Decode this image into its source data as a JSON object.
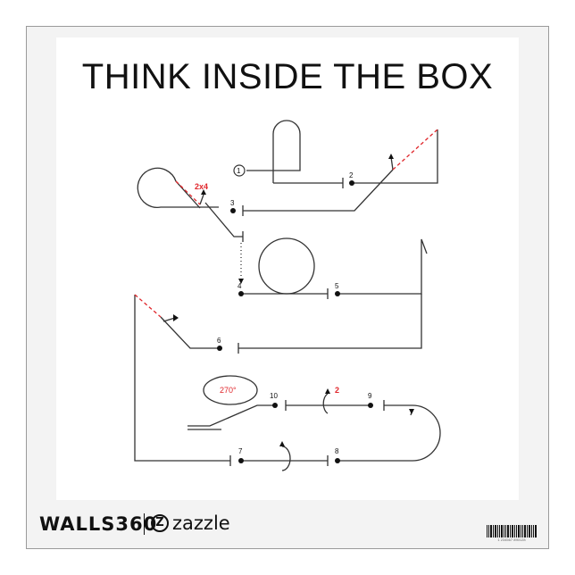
{
  "title": "THINK INSIDE THE BOX",
  "diagram": {
    "markers": [
      "1",
      "2",
      "3",
      "4",
      "5",
      "6",
      "7",
      "8",
      "9",
      "10"
    ],
    "annotation_repeat": "2x4",
    "annotation_angle": "270°",
    "annotation_two": "2",
    "annotation_color": "#e0262b",
    "line_color": "#333333",
    "dashed_color": "#e0262b"
  },
  "footer": {
    "walls_brand": "WALLS360",
    "zazzle_icon": "Z",
    "zazzle_brand": "zazzle",
    "barcode_text": "1 234567 890128"
  }
}
